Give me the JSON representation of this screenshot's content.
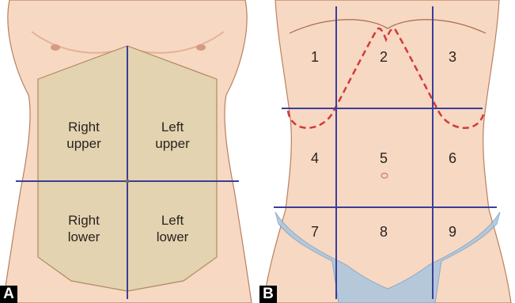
{
  "panels": [
    {
      "letter": "A",
      "quadrants": [
        {
          "line1": "Right",
          "line2": "upper"
        },
        {
          "line1": "Left",
          "line2": "upper"
        },
        {
          "line1": "Right",
          "line2": "lower"
        },
        {
          "line1": "Left",
          "line2": "lower"
        }
      ]
    },
    {
      "letter": "B",
      "regions": [
        "1",
        "2",
        "3",
        "4",
        "5",
        "6",
        "7",
        "8",
        "9"
      ]
    }
  ],
  "colors": {
    "skin": "#f7d8c3",
    "skin_shadow": "#eab89c",
    "outline": "#b9805e",
    "quadrant_fill": "#e3d3b0",
    "grid_line": "#3a3e9a",
    "rib_dash": "#d23a3a",
    "pelvis": "#a9c6df"
  }
}
